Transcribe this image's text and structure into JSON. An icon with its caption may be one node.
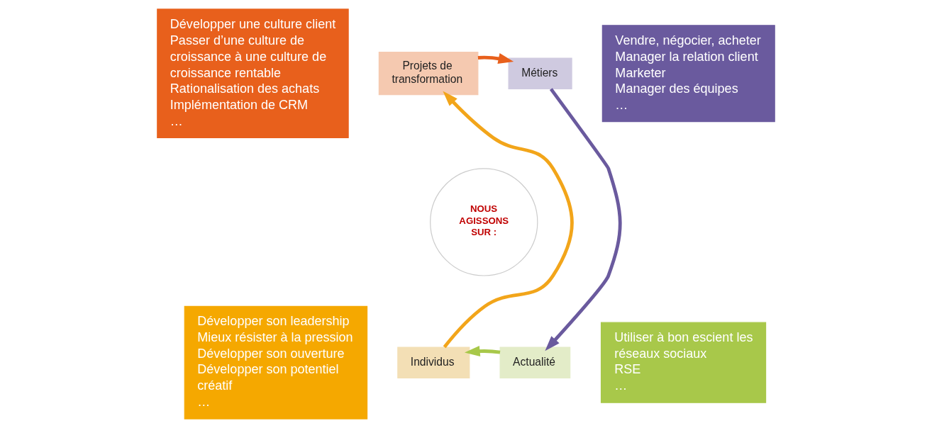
{
  "diagram": {
    "nodes": [
      {
        "text": [
          "Développer une culture client",
          "Passer d’une culture de croissance à une culture de croissance rentable",
          "Rationalisation des achats",
          "Implémentation de CRM",
          "…"
        ]
      },
      {
        "text": [
          "Projets de transformation"
        ]
      },
      {
        "text": [
          "Métiers"
        ]
      },
      {
        "text": [
          "Vendre, négocier, acheter",
          "Manager la relation client",
          "Marketer",
          "Manager des équipes",
          "…"
        ]
      },
      {
        "text": [
          "NOUS AGISSONS SUR :"
        ]
      },
      {
        "text": [
          "Individus"
        ]
      },
      {
        "text": [
          "Actualité"
        ]
      },
      {
        "text": [
          "Développer son leadership",
          "Mieux résister à la pression",
          "Développer son ouverture",
          "Développer son potentiel créatif",
          "…"
        ]
      },
      {
        "text": [
          "Utiliser à bon escient les réseaux sociaux",
          "RSE",
          "…"
        ]
      }
    ],
    "edges": [
      {
        "from": 1,
        "to": 2,
        "arrow": "to",
        "color": "#e8601c"
      },
      {
        "from": 2,
        "to": 6,
        "arrow": "to",
        "color": "#6a5a9e"
      },
      {
        "from": 6,
        "to": 5,
        "arrow": "to",
        "color": "#a8c84a"
      },
      {
        "from": 5,
        "to": 1,
        "arrow": "to",
        "color": "#f2a51a"
      }
    ]
  }
}
